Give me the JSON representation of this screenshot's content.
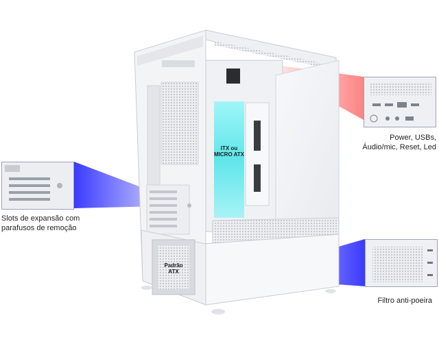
{
  "callouts": {
    "front_io": {
      "lines": [
        "Power, USBs,",
        "Áudio/mic, Reset, Led"
      ]
    },
    "expansion_slots": {
      "lines": [
        "Slots de expansão com",
        "parafusos de remoção"
      ]
    },
    "dust_filter": {
      "lines": [
        "Filtro anti-poeira"
      ]
    }
  },
  "overlays": {
    "motherboard": [
      "ITX ou",
      "MICRO ATX"
    ],
    "psu": [
      "Padrão",
      "ATX"
    ]
  },
  "colors": {
    "case_white": "#f2f3f5",
    "case_shadow": "#c9ccd2",
    "glass_tint": "#eef1f4",
    "cyan_glow": "#5fe6ea",
    "callout_red": "#ff6b6b",
    "callout_blue": "#3b3bff"
  }
}
